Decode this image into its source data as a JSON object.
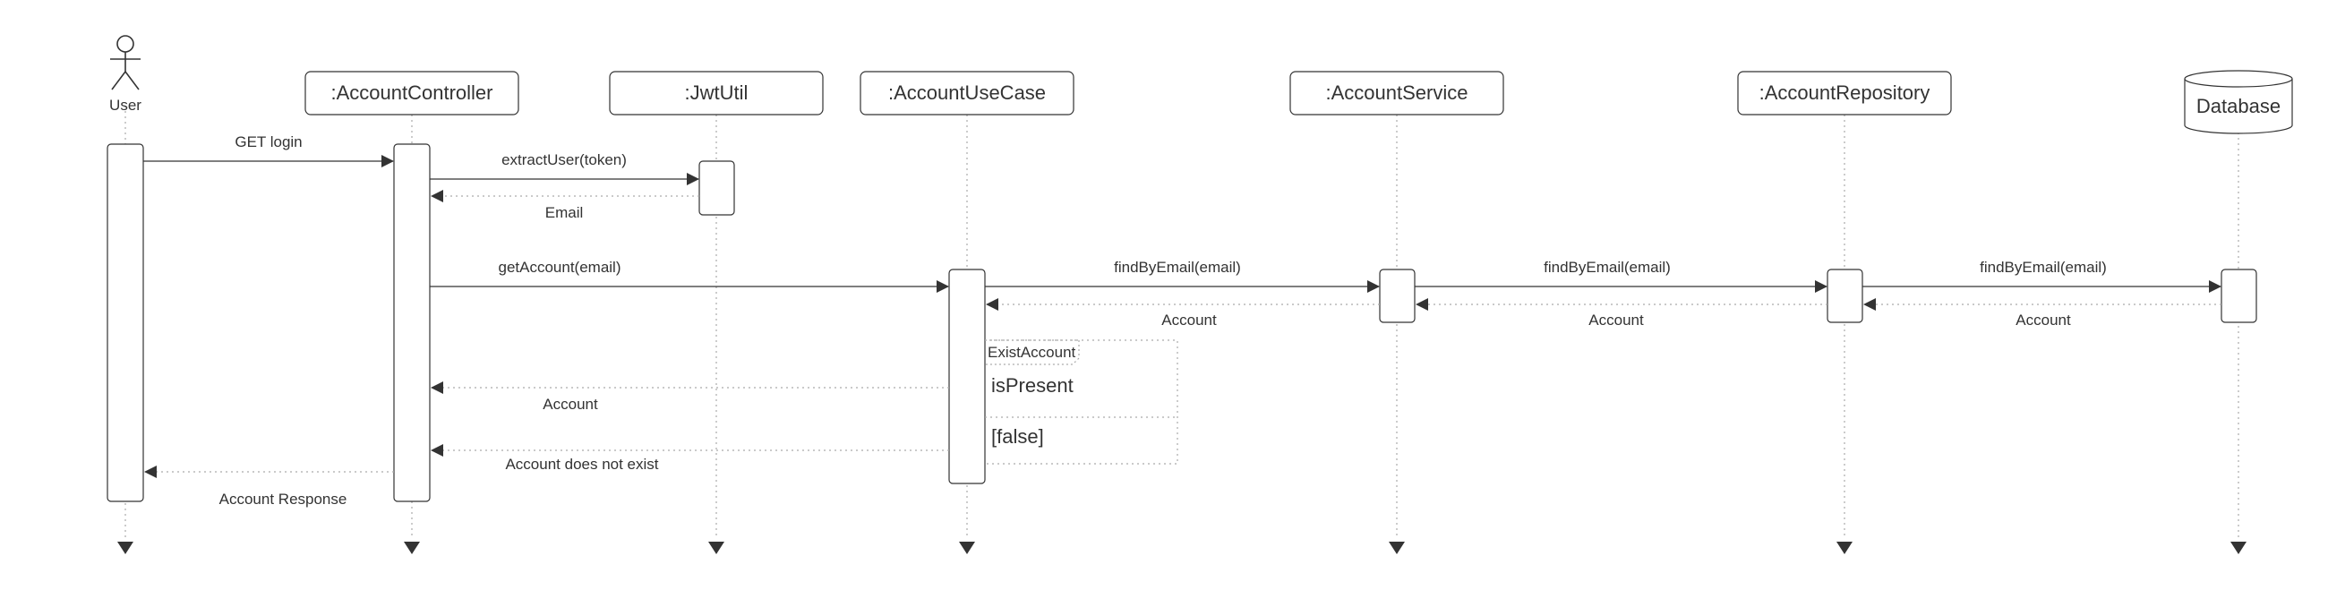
{
  "participants": {
    "user": "User",
    "controller": ":AccountController",
    "jwt": ":JwtUtil",
    "usecase": ":AccountUseCase",
    "service": ":AccountService",
    "repository": ":AccountRepository",
    "database": "Database"
  },
  "messages": {
    "get_login": "GET login",
    "extract_user": "extractUser(token)",
    "email": "Email",
    "get_account": "getAccount(email)",
    "find_1": "findByEmail(email)",
    "find_2": "findByEmail(email)",
    "find_3": "findByEmail(email)",
    "account_1": "Account",
    "account_2": "Account",
    "account_3": "Account",
    "account_4": "Account",
    "not_exist": "Account does not exist",
    "response": "Account Response"
  },
  "fragment": {
    "title": "ExistAccount",
    "condition_true": "isPresent",
    "condition_false": "[false]"
  },
  "colors": {
    "line": "#333333",
    "lifeline": "#aaaaaa",
    "fill": "#ffffff"
  }
}
